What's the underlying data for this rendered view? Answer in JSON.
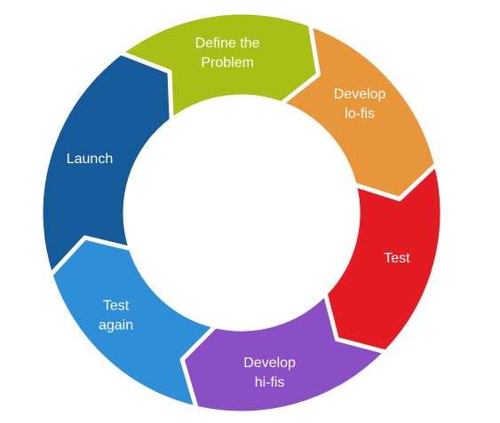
{
  "diagram": {
    "stages": [
      {
        "lines": [
          "Define the",
          "Problem"
        ],
        "color": "#a8c016"
      },
      {
        "lines": [
          "Develop",
          "lo-fis"
        ],
        "color": "#e8963a"
      },
      {
        "lines": [
          "Test"
        ],
        "color": "#e31b23"
      },
      {
        "lines": [
          "Develop",
          "hi-fis"
        ],
        "color": "#8a4fc4"
      },
      {
        "lines": [
          "Test",
          "again"
        ],
        "color": "#2e8fd6"
      },
      {
        "lines": [
          "Launch"
        ],
        "color": "#155a99"
      }
    ]
  }
}
